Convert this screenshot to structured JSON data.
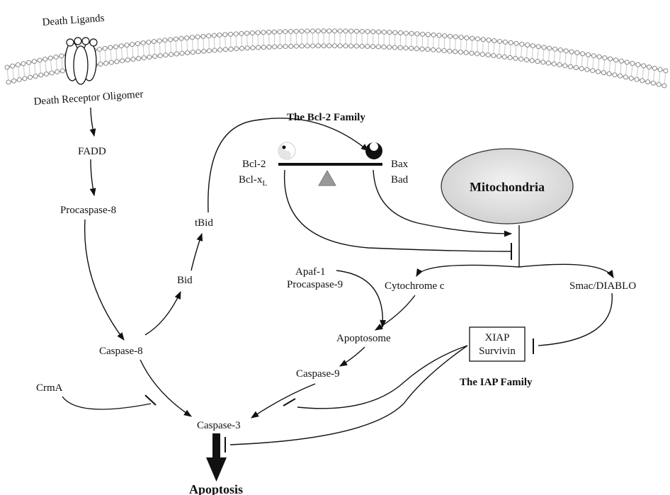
{
  "membrane": {
    "ligands_label": "Death Ligands",
    "receptor_label": "Death Receptor Oligomer"
  },
  "bcl2_family": {
    "title": "The Bcl-2 Family",
    "left_top": "Bcl-2",
    "left_bottom_main": "Bcl-x",
    "left_bottom_sub": "L",
    "right_top": "Bax",
    "right_bottom": "Bad"
  },
  "nodes": {
    "fadd": "FADD",
    "procaspase8": "Procaspase-8",
    "tbid": "tBid",
    "bid": "Bid",
    "caspase8": "Caspase-8",
    "crma": "CrmA",
    "caspase3": "Caspase-3",
    "apoptosis": "Apoptosis",
    "mitochondria": "Mitochondria",
    "apaf1": "Apaf-1",
    "procaspase9": "Procaspase-9",
    "cytochrome_c": "Cytochrome c",
    "smac": "Smac/DIABLO",
    "apoptosome": "Apoptosome",
    "caspase9": "Caspase-9"
  },
  "iap_family": {
    "title": "The IAP Family",
    "xiap": "XIAP",
    "survivin": "Survivin"
  }
}
